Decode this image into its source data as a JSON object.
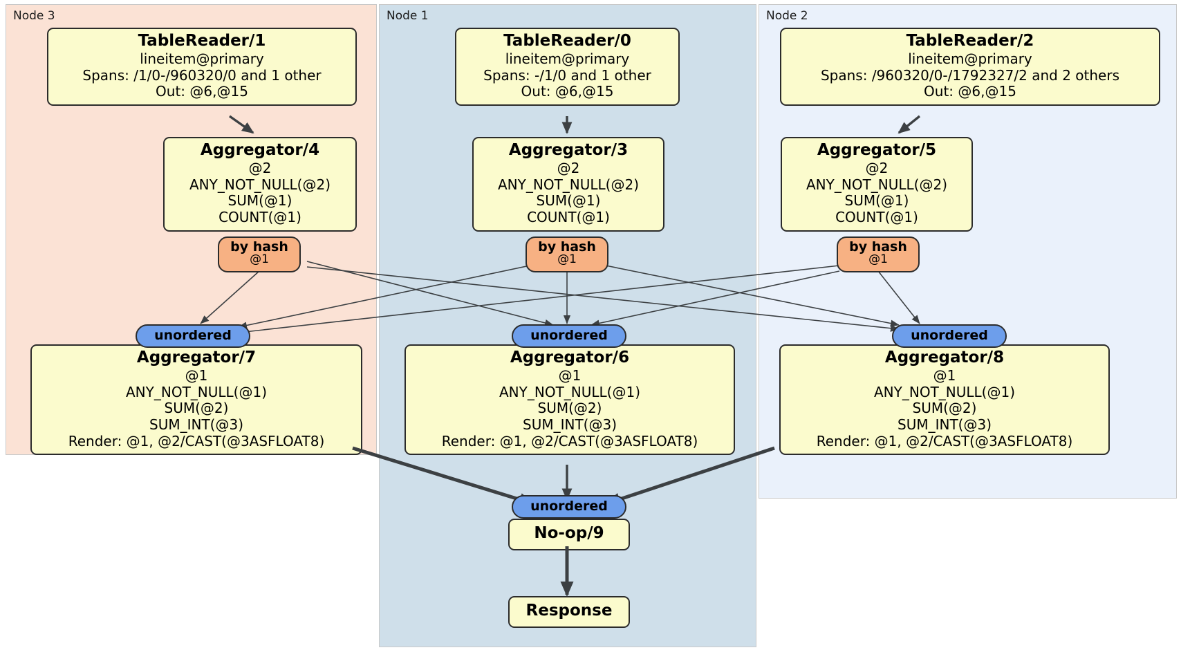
{
  "diagram": {
    "type": "distsql-query-plan",
    "colors": {
      "node3_panel": "#fbe2d5",
      "node1_panel": "#cfdfea",
      "node2_panel": "#eaf1fb",
      "processor_box": "#fbfbcd",
      "hash_router": "#f7b183",
      "unordered_sync": "#6d9eeb",
      "edge": "#3c4043"
    },
    "panels": [
      {
        "id": "node3",
        "label": "Node 3"
      },
      {
        "id": "node1",
        "label": "Node 1"
      },
      {
        "id": "node2",
        "label": "Node 2"
      }
    ],
    "processors": {
      "tablereader1": {
        "title": "TableReader/1",
        "lines": [
          "lineitem@primary",
          "Spans: /1/0-/960320/0 and 1 other",
          "Out: @6,@15"
        ]
      },
      "tablereader0": {
        "title": "TableReader/0",
        "lines": [
          "lineitem@primary",
          "Spans: -/1/0 and 1 other",
          "Out: @6,@15"
        ]
      },
      "tablereader2": {
        "title": "TableReader/2",
        "lines": [
          "lineitem@primary",
          "Spans: /960320/0-/1792327/2 and 2 others",
          "Out: @6,@15"
        ]
      },
      "aggregator4": {
        "title": "Aggregator/4",
        "lines": [
          "@2",
          "ANY_NOT_NULL(@2)",
          "SUM(@1)",
          "COUNT(@1)"
        ]
      },
      "aggregator3": {
        "title": "Aggregator/3",
        "lines": [
          "@2",
          "ANY_NOT_NULL(@2)",
          "SUM(@1)",
          "COUNT(@1)"
        ]
      },
      "aggregator5": {
        "title": "Aggregator/5",
        "lines": [
          "@2",
          "ANY_NOT_NULL(@2)",
          "SUM(@1)",
          "COUNT(@1)"
        ]
      },
      "aggregator7": {
        "title": "Aggregator/7",
        "lines": [
          "@1",
          "ANY_NOT_NULL(@1)",
          "SUM(@2)",
          "SUM_INT(@3)",
          "Render: @1, @2/CAST(@3ASFLOAT8)"
        ]
      },
      "aggregator6": {
        "title": "Aggregator/6",
        "lines": [
          "@1",
          "ANY_NOT_NULL(@1)",
          "SUM(@2)",
          "SUM_INT(@3)",
          "Render: @1, @2/CAST(@3ASFLOAT8)"
        ]
      },
      "aggregator8": {
        "title": "Aggregator/8",
        "lines": [
          "@1",
          "ANY_NOT_NULL(@1)",
          "SUM(@2)",
          "SUM_INT(@3)",
          "Render: @1, @2/CAST(@3ASFLOAT8)"
        ]
      },
      "noop9": {
        "title": "No-op/9",
        "lines": []
      },
      "response": {
        "title": "Response",
        "lines": []
      }
    },
    "routers": {
      "hash_left": {
        "title": "by hash",
        "sub": "@1"
      },
      "hash_center": {
        "title": "by hash",
        "sub": "@1"
      },
      "hash_right": {
        "title": "by hash",
        "sub": "@1"
      }
    },
    "synchronizers": {
      "sync_left": {
        "title": "unordered"
      },
      "sync_center": {
        "title": "unordered"
      },
      "sync_right": {
        "title": "unordered"
      },
      "sync_final": {
        "title": "unordered"
      }
    }
  }
}
